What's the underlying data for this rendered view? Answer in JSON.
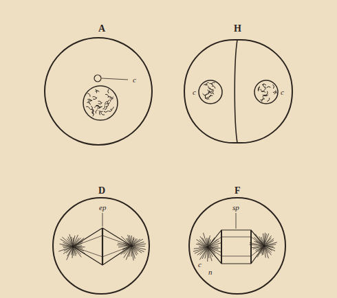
{
  "diagram": {
    "labels": [
      "A",
      "c",
      "H",
      "c",
      "c",
      "D",
      "ep",
      "F",
      "sp",
      "c",
      "n"
    ]
  }
}
